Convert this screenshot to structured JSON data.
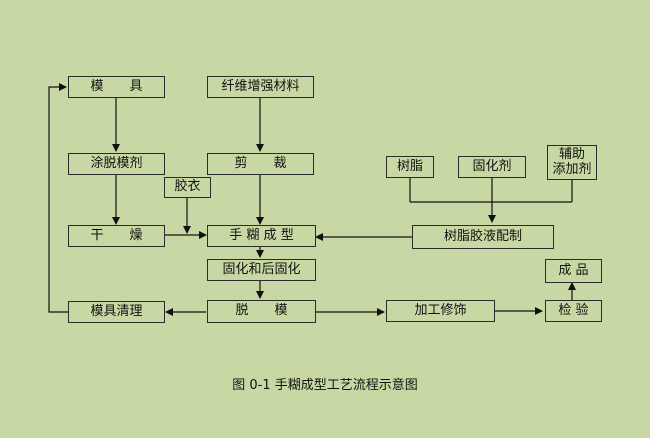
{
  "diagram": {
    "nodes": {
      "mold": "模　　具",
      "fiber": "纤维增强材料",
      "release": "涂脱模剂",
      "cut": "剪　　裁",
      "gelcoat": "胶衣",
      "resin": "树脂",
      "curing_agent": "固化剂",
      "auxiliary": "辅助\n添加剂",
      "dry": "干　　燥",
      "layup": "手 糊 成 型",
      "resin_mix": "树脂胶液配制",
      "cure": "固化和后固化",
      "product": "成 品",
      "clean": "模具清理",
      "demold": "脱　　模",
      "machining": "加工修饰",
      "inspect": "检 验"
    }
  },
  "caption": "图 0-1   手糊成型工艺流程示意图"
}
